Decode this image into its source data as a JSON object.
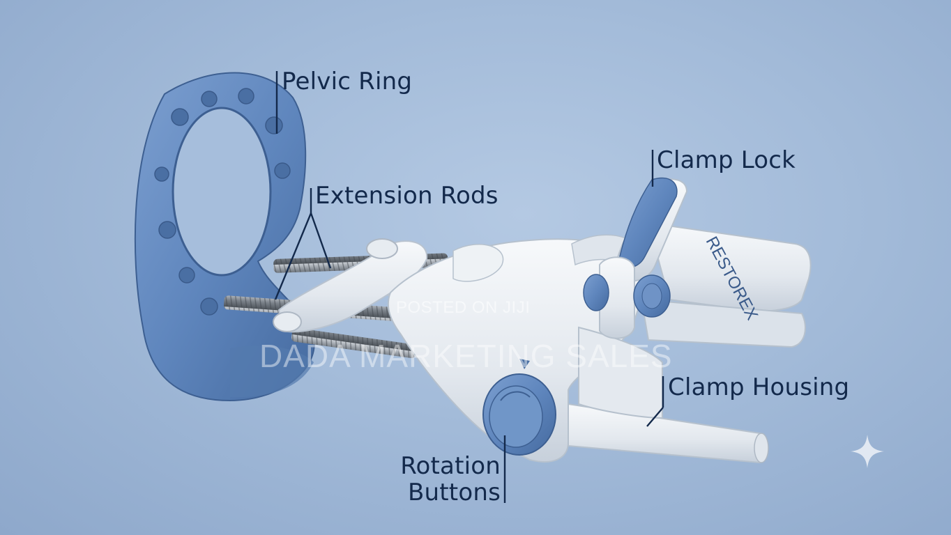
{
  "labels": {
    "pelvic_ring": "Pelvic Ring",
    "extension_rods": "Extension Rods",
    "clamp_lock": "Clamp Lock",
    "clamp_housing": "Clamp Housing",
    "rotation_buttons_line1": "Rotation",
    "rotation_buttons_line2": "Buttons"
  },
  "device": {
    "brand": "RESTOREX"
  },
  "watermark": {
    "small": "POSTED ON JIJI",
    "large": "DADA MARKETING SALES"
  },
  "icons": {
    "sparkle": "sparkle-icon"
  },
  "colors": {
    "background": "#a6bedc",
    "label_text": "#13294b",
    "device_blue": "#5f86bd",
    "device_white": "#e9edf1"
  }
}
